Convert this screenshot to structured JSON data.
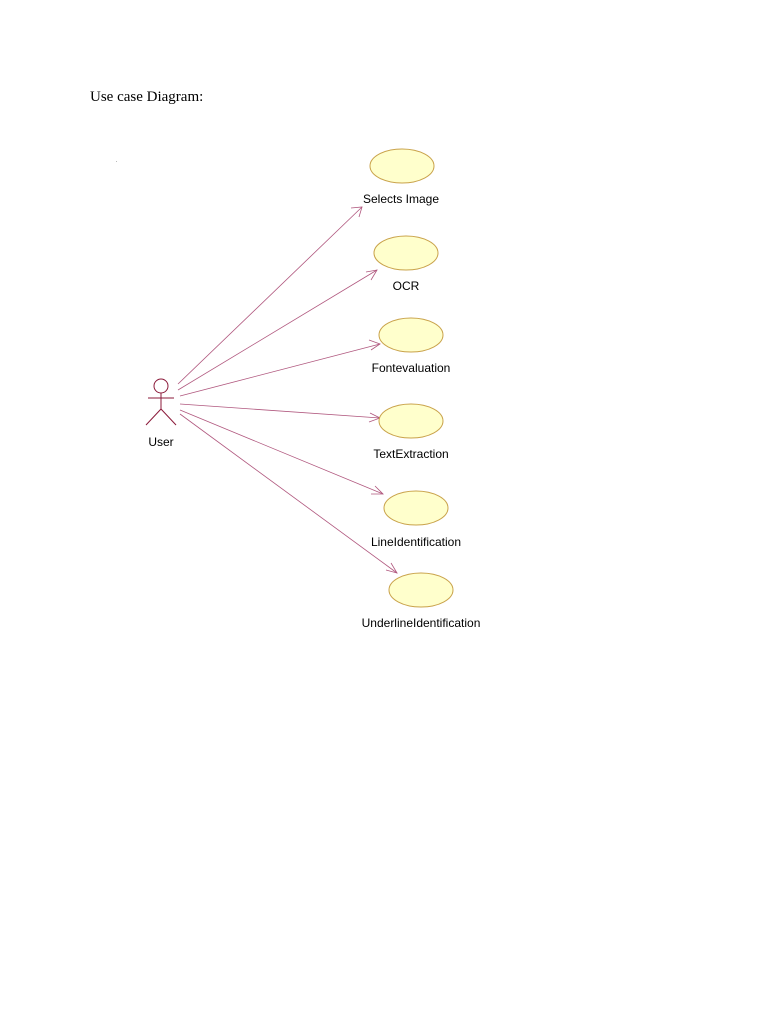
{
  "page": {
    "heading": "Use case Diagram:"
  },
  "diagram": {
    "actor": {
      "name": "User"
    },
    "use_cases": [
      {
        "id": "selects-image",
        "label": "Selects Image"
      },
      {
        "id": "ocr",
        "label": "OCR"
      },
      {
        "id": "fontevaluation",
        "label": "Fontevaluation"
      },
      {
        "id": "textextraction",
        "label": "TextExtraction"
      },
      {
        "id": "lineidentification",
        "label": "LineIdentification"
      },
      {
        "id": "underlineidentification",
        "label": "UnderlineIdentification"
      }
    ],
    "associations": [
      {
        "from": "User",
        "to": "selects-image"
      },
      {
        "from": "User",
        "to": "ocr"
      },
      {
        "from": "User",
        "to": "fontevaluation"
      },
      {
        "from": "User",
        "to": "textextraction"
      },
      {
        "from": "User",
        "to": "lineidentification"
      },
      {
        "from": "User",
        "to": "underlineidentification"
      }
    ],
    "colors": {
      "use_case_fill": "#ffffcc",
      "use_case_stroke": "#c9a24a",
      "association": "#b0577e",
      "actor": "#8b1a3a"
    }
  }
}
